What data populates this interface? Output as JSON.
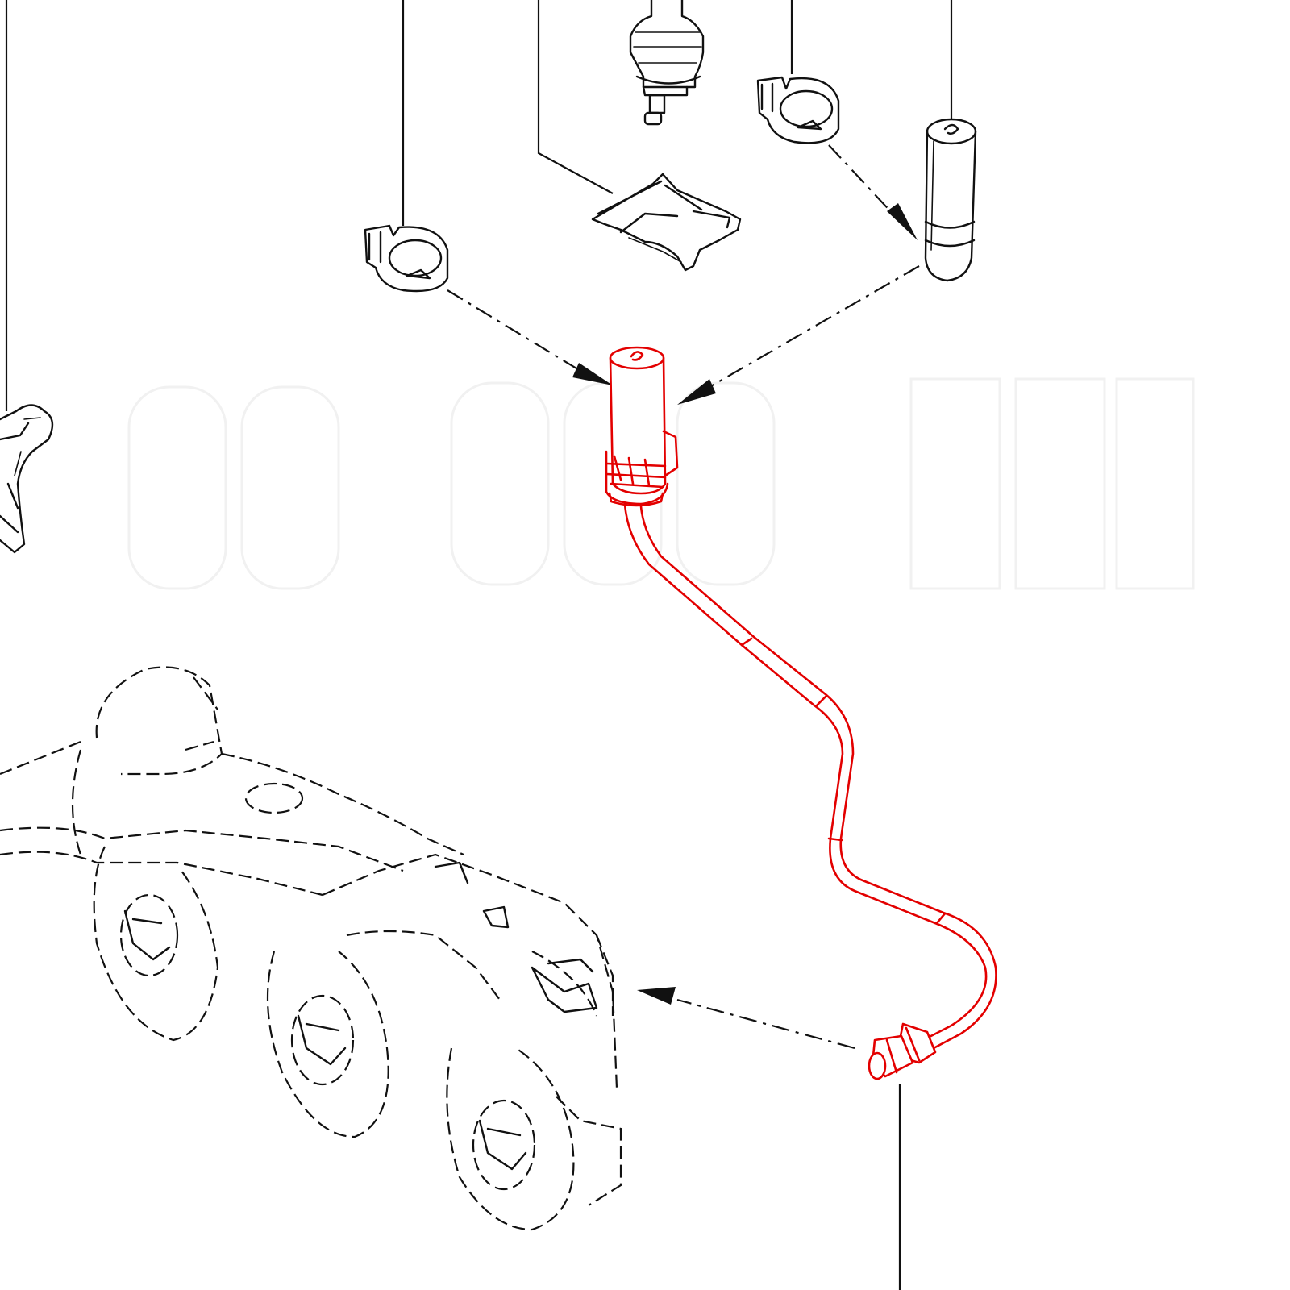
{
  "diagram": {
    "highlight_color": "#e30000",
    "line_color": "#111111",
    "background_color": "#ffffff",
    "parts": [
      {
        "id": "highlighted-pipe",
        "highlighted": true
      },
      {
        "id": "hose-clamp-left",
        "highlighted": false
      },
      {
        "id": "hose-clamp-right",
        "highlighted": false
      },
      {
        "id": "rubber-hose",
        "highlighted": false
      },
      {
        "id": "bracket",
        "highlighted": false
      },
      {
        "id": "sensor",
        "highlighted": false
      },
      {
        "id": "exhaust-manifold",
        "highlighted": false
      }
    ]
  }
}
